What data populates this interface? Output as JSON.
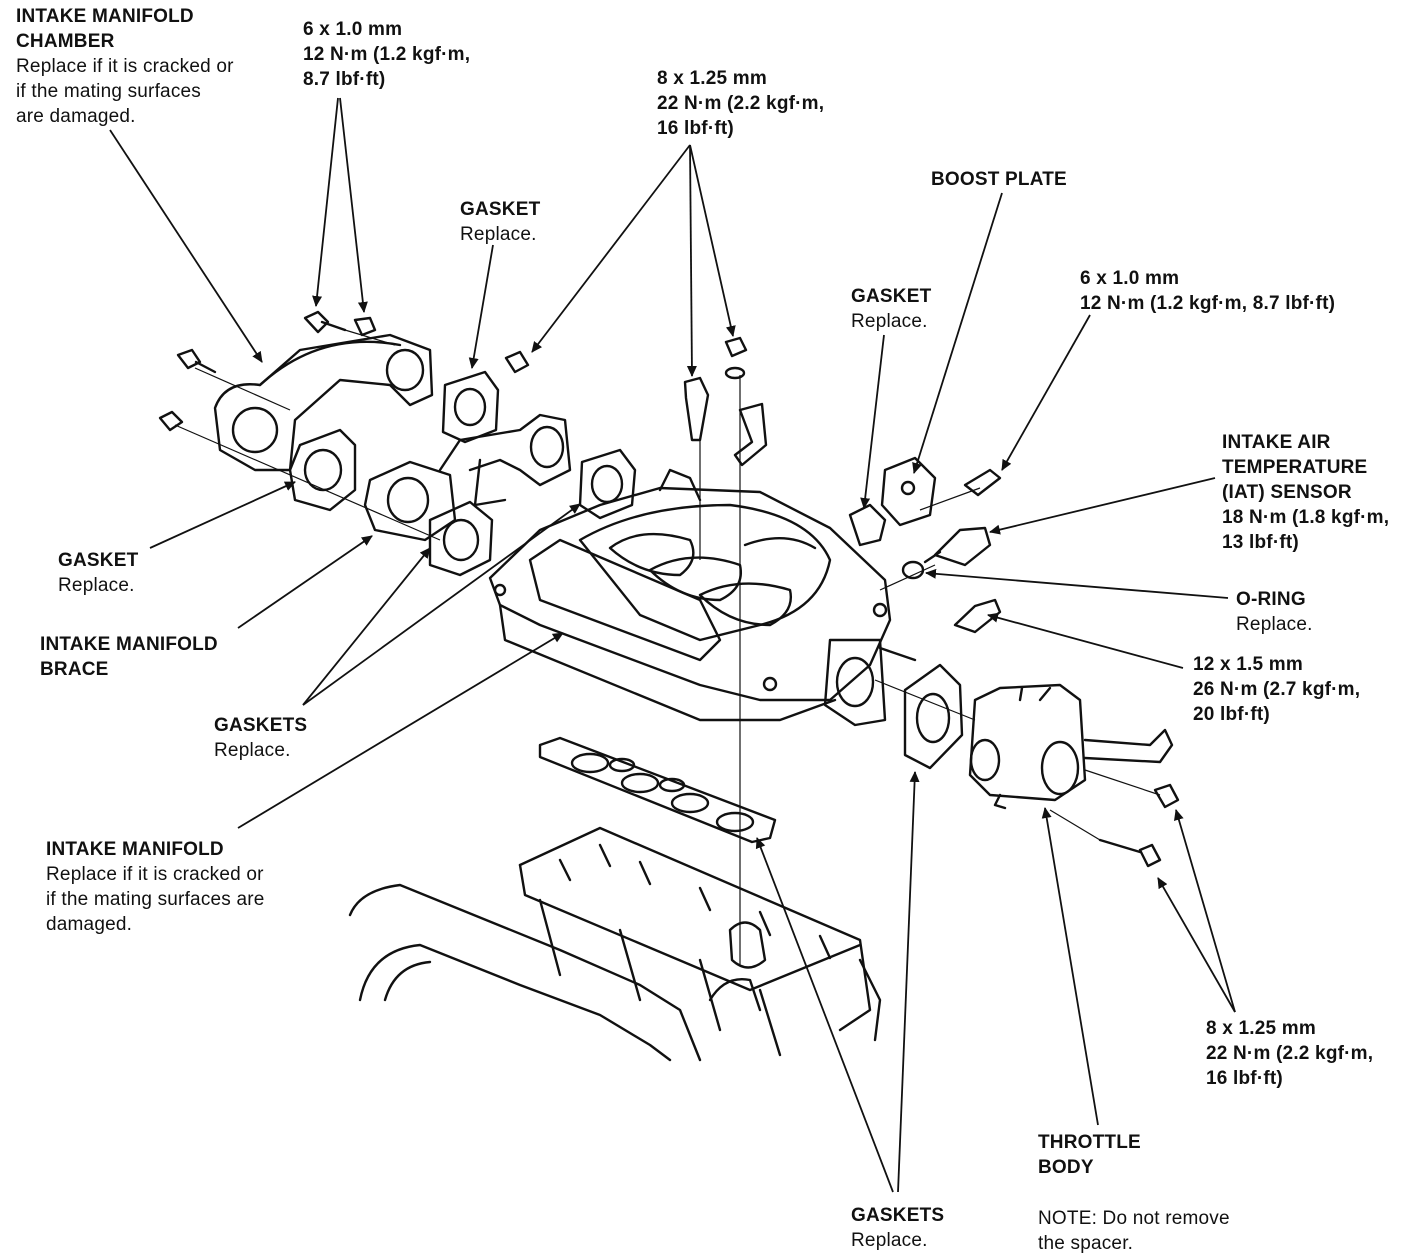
{
  "labels": {
    "chamber": {
      "title": [
        "INTAKE MANIFOLD",
        "CHAMBER"
      ],
      "note": [
        "Replace if it is cracked or",
        "if the mating surfaces",
        "are damaged."
      ]
    },
    "bolt_chamber": [
      "6 x 1.0 mm",
      "12 N·m (1.2 kgf·m,",
      "8.7 lbf·ft)"
    ],
    "bolt_upper_8": [
      "8 x 1.25 mm",
      "22 N·m (2.2 kgf·m,",
      "16 lbf·ft)"
    ],
    "gasket_top": {
      "title": "GASKET",
      "note": "Replace."
    },
    "boost_plate": {
      "title": "BOOST PLATE"
    },
    "gasket_boost": {
      "title": "GASKET",
      "note": "Replace."
    },
    "bolt_boost": [
      "6 x 1.0 mm",
      "12 N·m (1.2 kgf·m, 8.7 lbf·ft)"
    ],
    "iat_sensor": {
      "title": [
        "INTAKE AIR",
        "TEMPERATURE",
        "(IAT) SENSOR"
      ],
      "torque": [
        "18 N·m (1.8 kgf·m,",
        "13 lbf·ft)"
      ]
    },
    "o_ring": {
      "title": "O-RING",
      "note": "Replace."
    },
    "bolt_12": [
      "12 x 1.5 mm",
      "26 N·m (2.7 kgf·m,",
      "20 lbf·ft)"
    ],
    "gasket_left": {
      "title": "GASKET",
      "note": "Replace."
    },
    "brace": {
      "title": [
        "INTAKE MANIFOLD",
        "BRACE"
      ]
    },
    "gaskets_mid": {
      "title": "GASKETS",
      "note": "Replace."
    },
    "manifold": {
      "title": "INTAKE MANIFOLD",
      "note": [
        "Replace if it is cracked or",
        "if the mating surfaces are",
        "damaged."
      ]
    },
    "bolt_throttle": [
      "8 x 1.25 mm",
      "22 N·m (2.2 kgf·m,",
      "16 lbf·ft)"
    ],
    "throttle_body": {
      "title": [
        "THROTTLE",
        "BODY"
      ]
    },
    "gaskets_bottom": {
      "title": "GASKETS",
      "note": "Replace."
    },
    "note_spacer": [
      "NOTE:  Do not remove",
      "the spacer."
    ]
  }
}
